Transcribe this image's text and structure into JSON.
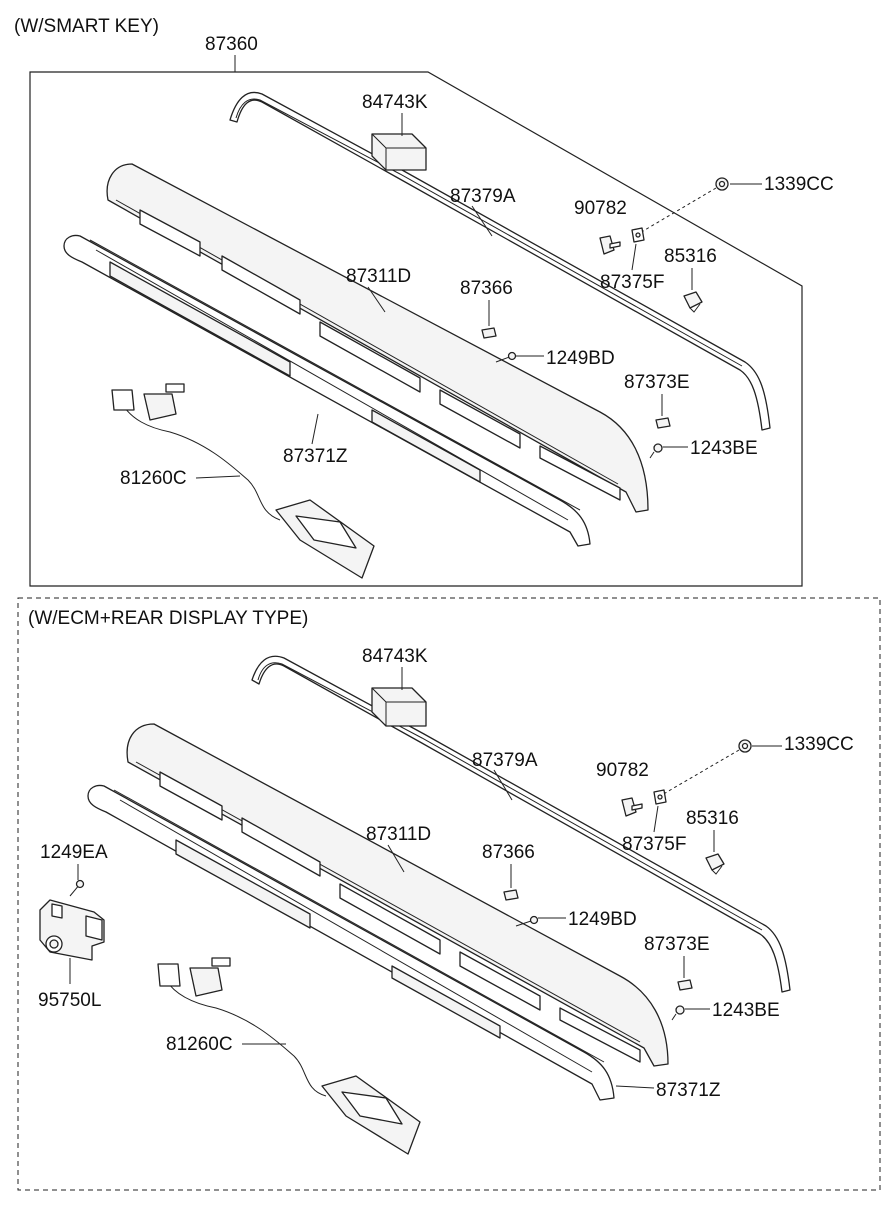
{
  "sections": [
    {
      "title": "(W/SMART KEY)",
      "assembly_label": "87360",
      "labels": {
        "p84743K": "84743K",
        "p87379A": "87379A",
        "p1339CC": "1339CC",
        "p90782": "90782",
        "p87375F": "87375F",
        "p85316": "85316",
        "p87311D": "87311D",
        "p87366": "87366",
        "p1249BD": "1249BD",
        "p87373E": "87373E",
        "p1243BE": "1243BE",
        "p87371Z": "87371Z",
        "p81260C": "81260C"
      }
    },
    {
      "title": "(W/ECM+REAR DISPLAY TYPE)",
      "labels": {
        "p84743K": "84743K",
        "p87379A": "87379A",
        "p1339CC": "1339CC",
        "p90782": "90782",
        "p87375F": "87375F",
        "p85316": "85316",
        "p87311D": "87311D",
        "p87366": "87366",
        "p1249BD": "1249BD",
        "p87373E": "87373E",
        "p1243BE": "1243BE",
        "p87371Z": "87371Z",
        "p81260C": "81260C",
        "p1249EA": "1249EA",
        "p95750L": "95750L"
      }
    }
  ]
}
